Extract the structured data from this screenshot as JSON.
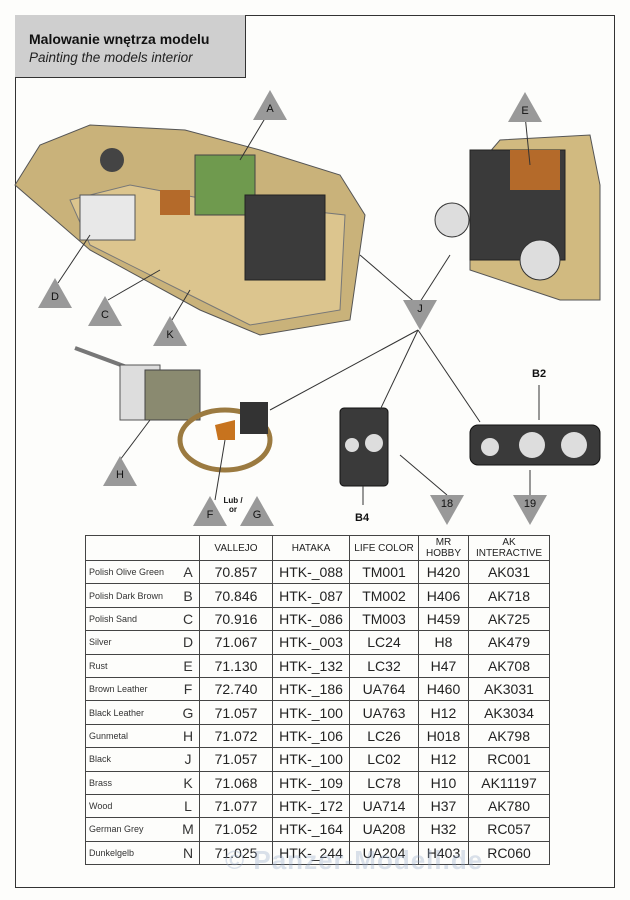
{
  "header": {
    "title_pl": "Malowanie wnętrza modelu",
    "title_en": "Painting the models interior"
  },
  "callouts": {
    "A": "A",
    "E": "E",
    "D": "D",
    "C": "C",
    "K": "K",
    "J": "J",
    "H": "H",
    "F": "F",
    "G": "G",
    "n18": "18",
    "n19": "19",
    "or": "Lub / or",
    "B2": "B2",
    "B4": "B4"
  },
  "table": {
    "columns": [
      "VALLEJO",
      "HATAKA",
      "LIFE COLOR",
      "MR HOBBY",
      "AK INTERACTIVE"
    ],
    "rows": [
      {
        "name": "Polish Olive Green",
        "code": "A",
        "values": [
          "70.857",
          "HTK-_088",
          "TM001",
          "H420",
          "AK031"
        ]
      },
      {
        "name": "Polish Dark Brown",
        "code": "B",
        "values": [
          "70.846",
          "HTK-_087",
          "TM002",
          "H406",
          "AK718"
        ]
      },
      {
        "name": "Polish Sand",
        "code": "C",
        "values": [
          "70.916",
          "HTK-_086",
          "TM003",
          "H459",
          "AK725"
        ]
      },
      {
        "name": "Silver",
        "code": "D",
        "values": [
          "71.067",
          "HTK-_003",
          "LC24",
          "H8",
          "AK479"
        ]
      },
      {
        "name": "Rust",
        "code": "E",
        "values": [
          "71.130",
          "HTK-_132",
          "LC32",
          "H47",
          "AK708"
        ]
      },
      {
        "name": "Brown Leather",
        "code": "F",
        "values": [
          "72.740",
          "HTK-_186",
          "UA764",
          "H460",
          "AK3031"
        ]
      },
      {
        "name": "Black Leather",
        "code": "G",
        "values": [
          "71.057",
          "HTK-_100",
          "UA763",
          "H12",
          "AK3034"
        ]
      },
      {
        "name": "Gunmetal",
        "code": "H",
        "values": [
          "71.072",
          "HTK-_106",
          "LC26",
          "H018",
          "AK798"
        ]
      },
      {
        "name": "Black",
        "code": "J",
        "values": [
          "71.057",
          "HTK-_100",
          "LC02",
          "H12",
          "RC001"
        ]
      },
      {
        "name": "Brass",
        "code": "K",
        "values": [
          "71.068",
          "HTK-_109",
          "LC78",
          "H10",
          "AK11197"
        ]
      },
      {
        "name": "Wood",
        "code": "L",
        "values": [
          "71.077",
          "HTK-_172",
          "UA714",
          "H37",
          "AK780"
        ]
      },
      {
        "name": "German Grey",
        "code": "M",
        "values": [
          "71.052",
          "HTK-_164",
          "UA208",
          "H32",
          "RC057"
        ]
      },
      {
        "name": "Dunkelgelb",
        "code": "N",
        "values": [
          "71.025",
          "HTK-_244",
          "UA204",
          "H403",
          "RC060"
        ]
      }
    ]
  },
  "watermark": "© Panzer-Modell.de"
}
